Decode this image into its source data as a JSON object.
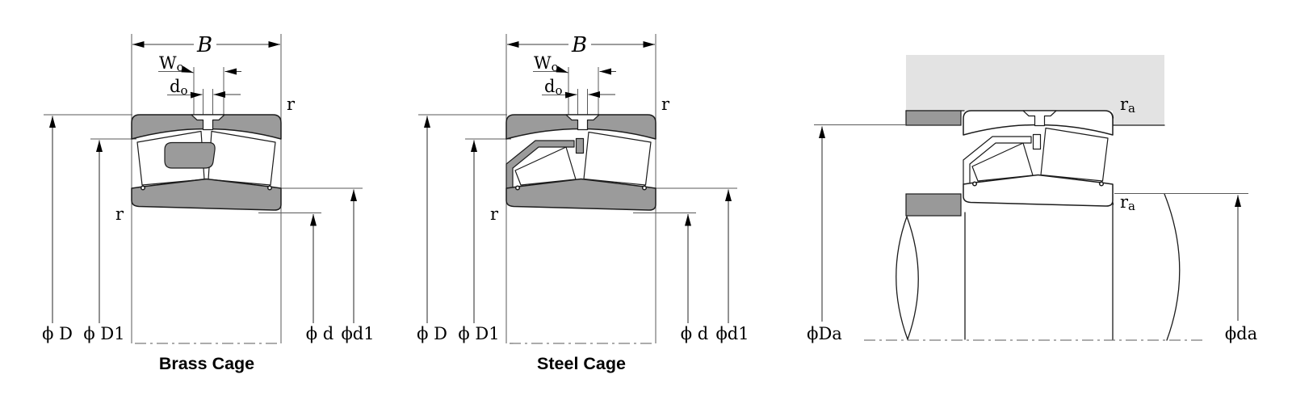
{
  "colors": {
    "ring_gray": "#9b9b9b",
    "housing_gray": "#e3e3e3",
    "shoulder_gray": "#999999",
    "outline": "#1c1c1c",
    "construction_line": "#5a5a5a",
    "dimension_line": "#3a3a3a",
    "arrow": "#000000",
    "text": "#000000",
    "background": "#ffffff"
  },
  "brass_diagram": {
    "caption": "Brass Cage",
    "labels": {
      "width": "B",
      "groove_width_base": "W",
      "groove_width_sub": "o",
      "oil_hole_base": "d",
      "oil_hole_sub": "o",
      "chamfer_top": "r",
      "chamfer_bottom": "r",
      "outer_diameter": "ϕ D",
      "outer_groove_diameter": "ϕ D1",
      "bore_diameter": "ϕ d",
      "inner_shoulder_diameter": "ϕd1"
    }
  },
  "steel_diagram": {
    "caption": "Steel Cage",
    "labels": {
      "width": "B",
      "groove_width_base": "W",
      "groove_width_sub": "o",
      "oil_hole_base": "d",
      "oil_hole_sub": "o",
      "chamfer_top": "r",
      "chamfer_bottom": "r",
      "outer_diameter": "ϕ D",
      "outer_groove_diameter": "ϕ D1",
      "bore_diameter": "ϕ d",
      "inner_shoulder_diameter": "ϕd1"
    }
  },
  "mounting_diagram": {
    "labels": {
      "housing_fillet_base": "r",
      "housing_fillet_sub": "a",
      "shaft_fillet_base": "r",
      "shaft_fillet_sub": "a",
      "housing_abutment_diameter": "ϕDa",
      "shaft_abutment_diameter": "ϕda"
    }
  }
}
